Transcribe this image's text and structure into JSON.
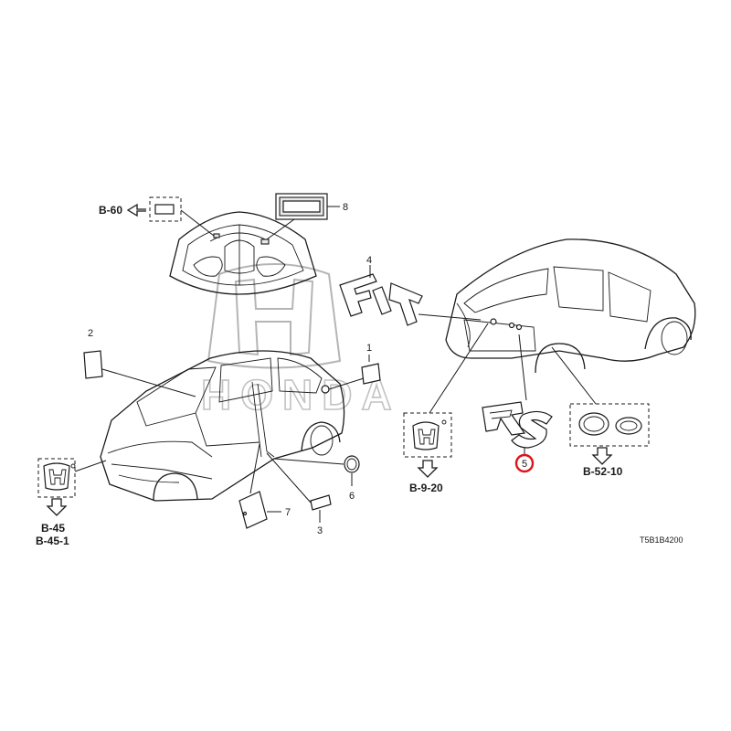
{
  "diagram": {
    "watermark": "HONDA",
    "drawing_code": "T5B1B4200",
    "highlight_color": "#e0121b",
    "callouts": {
      "c1": "1",
      "c2": "2",
      "c3": "3",
      "c4": "4",
      "c5": "5",
      "c6": "6",
      "c7": "7",
      "c8": "8"
    },
    "refs": {
      "b60": "B-60",
      "b920": "B-9-20",
      "b5210": "B-52-10",
      "b45": "B-45",
      "b451": "B-45-1"
    }
  }
}
